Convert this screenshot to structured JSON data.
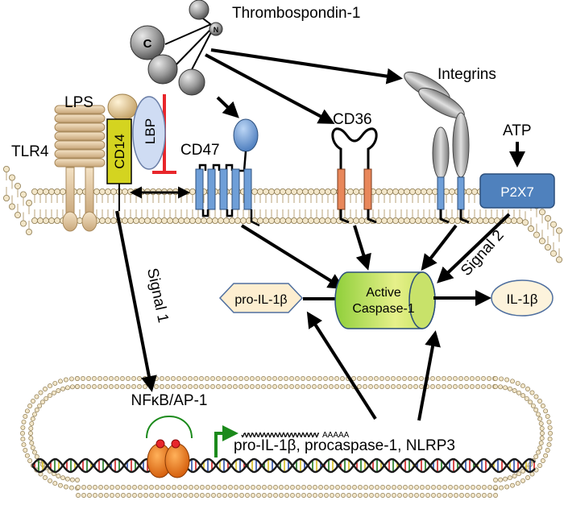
{
  "labels": {
    "thrombospondin": "Thrombospondin-1",
    "integrins": "Integrins",
    "lps": "LPS",
    "tlr4": "TLR4",
    "cd14": "CD14",
    "lbp": "LBP",
    "cd47": "CD47",
    "cd36": "CD36",
    "atp": "ATP",
    "p2x7": "P2X7",
    "signal1": "Signal 1",
    "signal2": "Signal 2",
    "pro_il1b": "pro-IL-1β",
    "caspase_line1": "Active",
    "caspase_line2": "Caspase-1",
    "il1b": "IL-1β",
    "nfkb": "NFκB/AP-1",
    "polyA": "AAAAA",
    "genes": "pro-IL-1β, procaspase-1, NLRP3",
    "tsp_c": "C",
    "tsp_n": "N"
  },
  "colors": {
    "inhibition": "#e8262b",
    "activation": "#000000",
    "transcription_arrow": "#1b8a1b",
    "receptor_blue": "#6f9fd8",
    "cd36_orange": "#e8875a",
    "p2x7_blue": "#4f81bd",
    "caspase_green": "#b5d631",
    "pro_il1b_fill": "#fdeed0",
    "il1b_fill": "#fdf3dc"
  }
}
